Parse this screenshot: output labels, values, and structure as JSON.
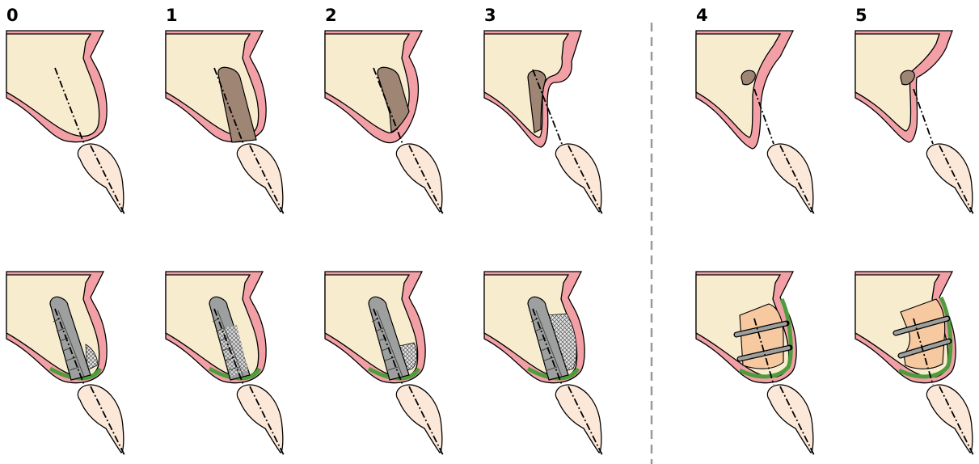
{
  "panel_numbers": [
    "0",
    "1",
    "2",
    "3",
    "4",
    "5"
  ],
  "colors": {
    "bone": "#F8ECCF",
    "gingiva": "#F2A0A6",
    "tooth": "#FCE8D8",
    "defect": "#9E8574",
    "implant": "#9EA0A0",
    "membrane": "#4E9D3C",
    "block_graft": "#F6C9A0",
    "separator": "#999999"
  }
}
